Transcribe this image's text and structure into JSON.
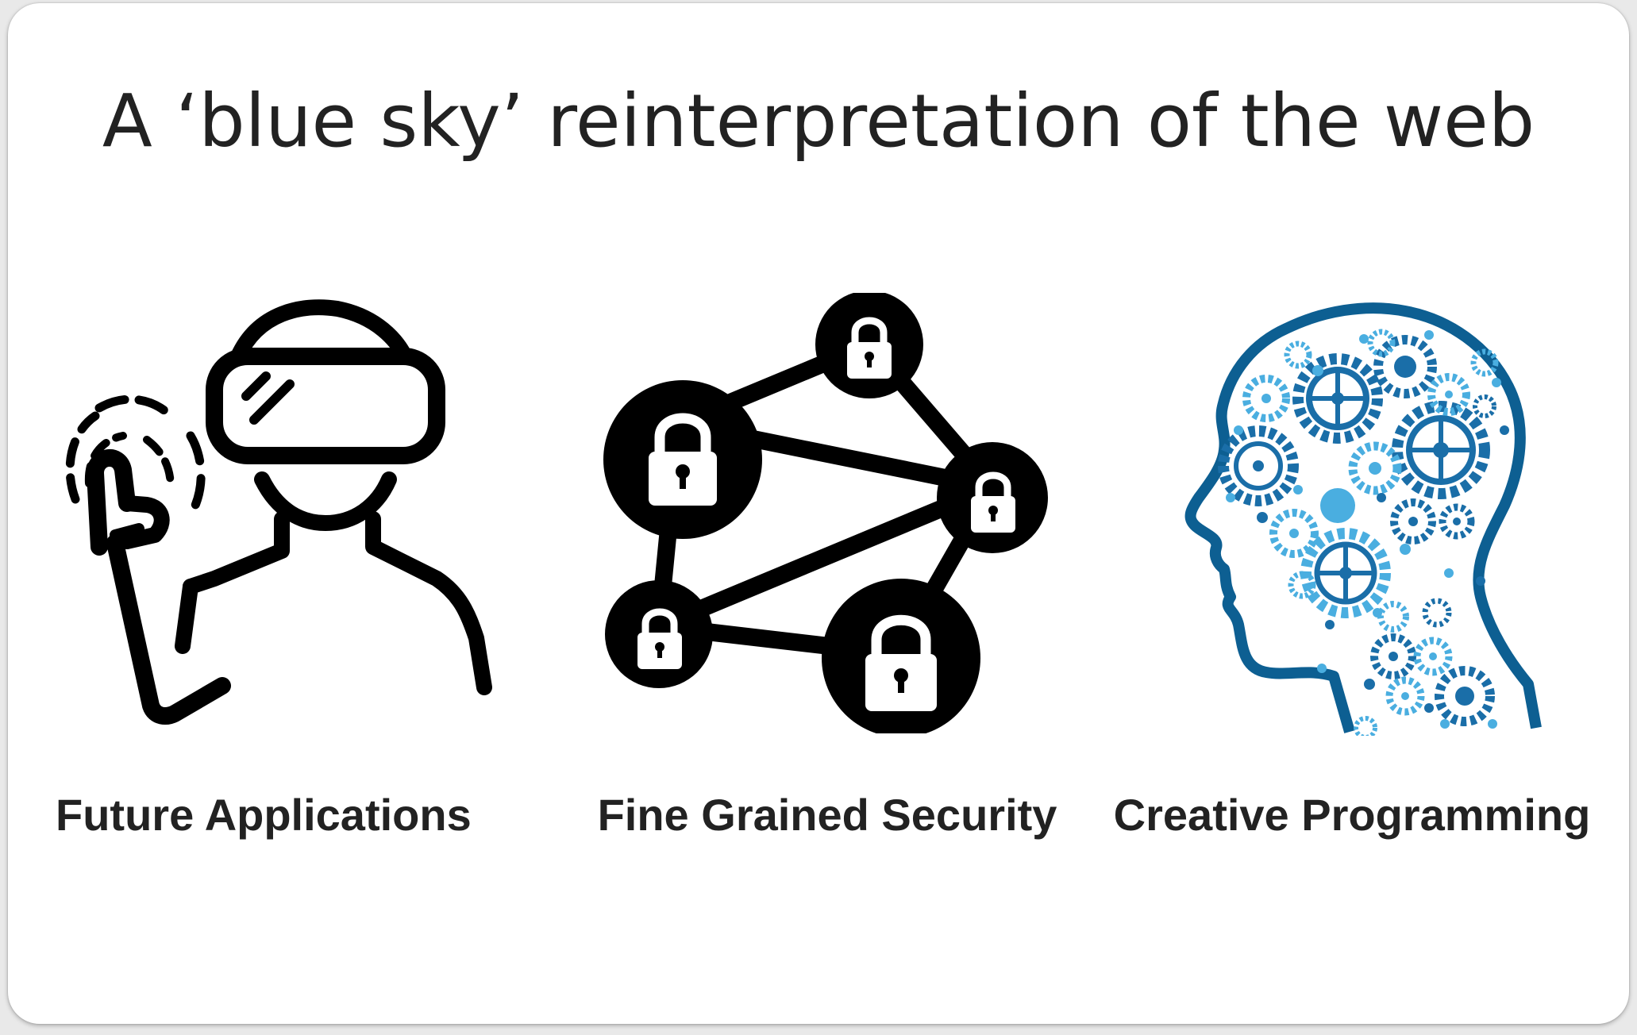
{
  "slide": {
    "title": "A ‘blue sky’ reinterpretation of the web"
  },
  "items": [
    {
      "label": "Future Applications",
      "icon": "vr-headset-person-icon"
    },
    {
      "label": "Fine Grained Security",
      "icon": "locked-network-icon"
    },
    {
      "label": "Creative Programming",
      "icon": "gear-brain-head-icon"
    }
  ],
  "colors": {
    "text": "#222222",
    "icon_black": "#000000",
    "head_outline": "#0d5f92",
    "gear_dark": "#1a6ea8",
    "gear_light": "#4aaee0",
    "background": "#ffffff"
  }
}
